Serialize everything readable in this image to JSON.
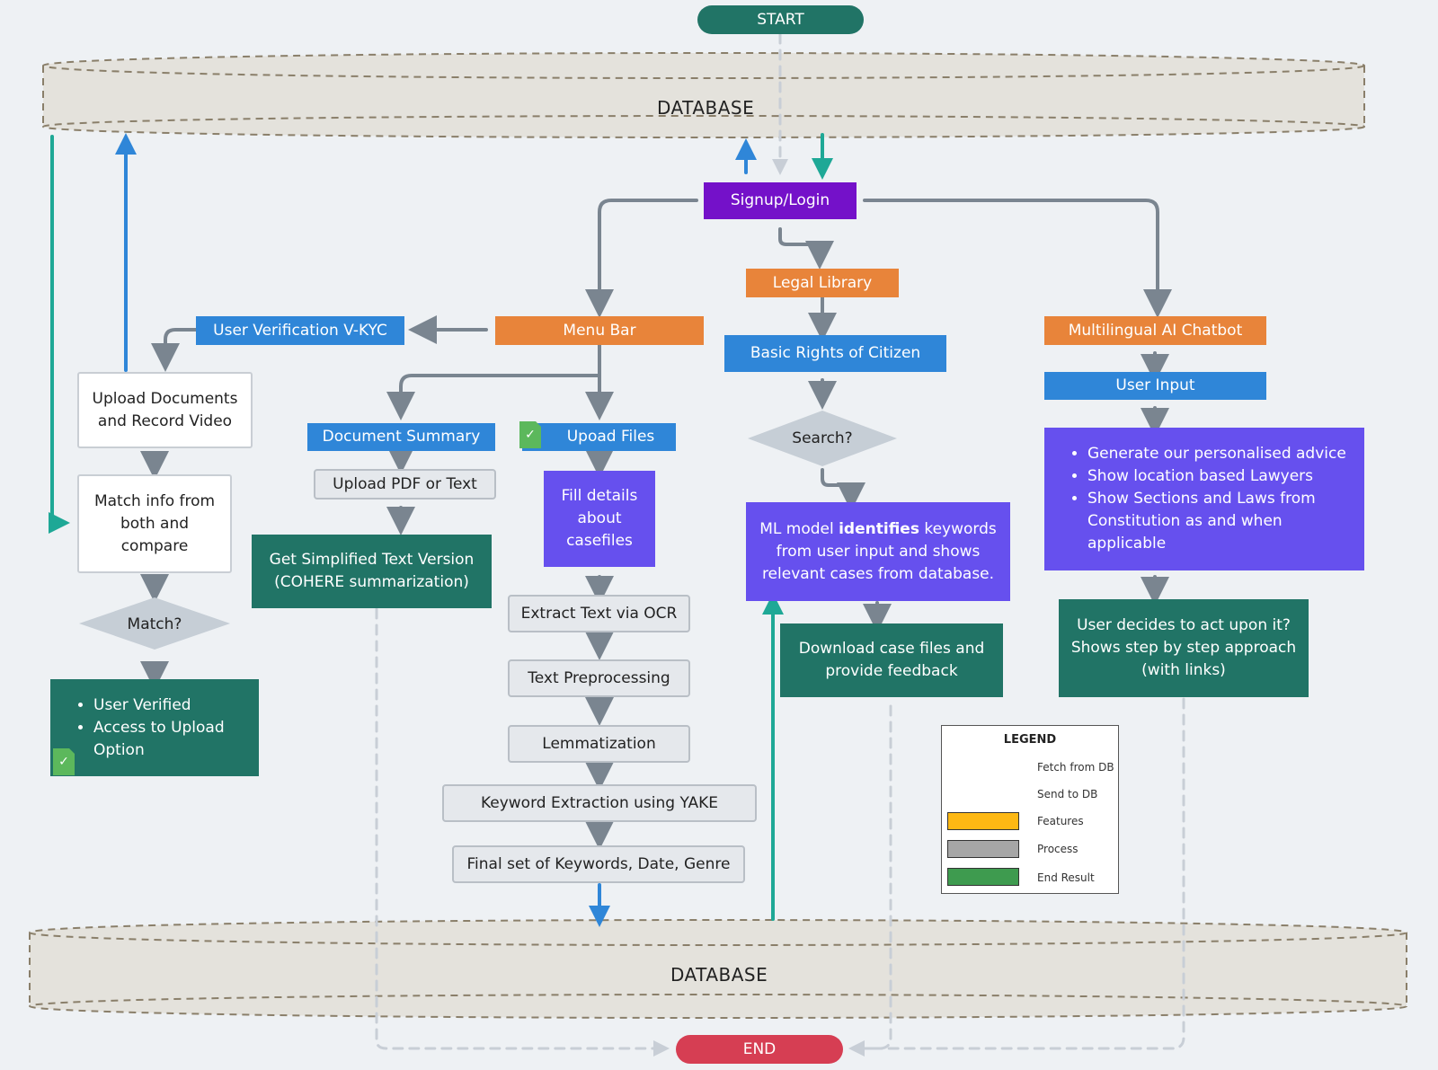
{
  "start": "START",
  "end": "END",
  "database_top": "DATABASE",
  "database_bottom": "DATABASE",
  "signup": "Signup/Login",
  "legal_library": "Legal Library",
  "basic_rights": "Basic Rights of Citizen",
  "search": "Search?",
  "ml_model": {
    "pre": "ML model ",
    "bold": "identifies",
    "post": " keywords from user input and shows relevant cases from database."
  },
  "download": "Download case files  and provide feedback",
  "menu_bar": "Menu Bar",
  "user_verification": "User Verification V-KYC",
  "upload_docs": "Upload Documents and Record Video",
  "match_info": "Match info from both and compare",
  "match": "Match?",
  "verified_items": [
    "User Verified",
    "Access to Upload Option"
  ],
  "doc_summary": "Document Summary",
  "upload_pdf": "Upload PDF or Text",
  "simplified": "Get Simplified Text Version (COHERE summarization)",
  "upload_files": "Upoad Files",
  "fill_details": "Fill details about casefiles",
  "ocr": "Extract Text via OCR",
  "preprocessing": "Text Preprocessing",
  "lemmatization": "Lemmatization",
  "yake": "Keyword Extraction using YAKE",
  "final_keywords": "Final set of Keywords, Date, Genre",
  "chatbot": "Multilingual AI Chatbot",
  "user_input": "User Input",
  "advice_items": [
    "Generate our personalised advice",
    "Show  location based Lawyers",
    "Show Sections and Laws from Constitution as and when applicable"
  ],
  "act_upon": "User decides to act upon it? Shows step by step approach (with links)",
  "legend": {
    "title": "LEGEND",
    "items": [
      "Fetch from DB",
      "Send to DB",
      "Features",
      "Process",
      "End Result"
    ]
  },
  "colors": {
    "feature": "#e8843a",
    "process": "#2f86d8",
    "end_result": "#217466",
    "fetch": "#1ea896",
    "send": "#2f86d8",
    "connector": "#7a8590"
  }
}
